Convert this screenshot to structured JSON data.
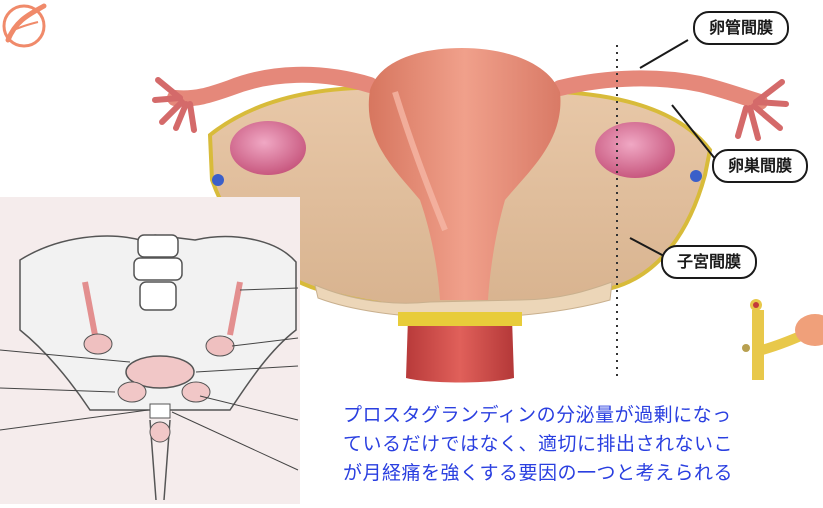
{
  "labels": {
    "mesosalpinx": "卵管間膜",
    "mesovarium": "卵巣間膜",
    "mesometrium": "子宮間膜"
  },
  "caption_lines": [
    "プロスタグランディンの分泌量が過剰になっ",
    "ているだけではなく、適切に排出されないこ",
    "が月経痛を強くする要因の一つと考えられる"
  ],
  "colors": {
    "caption_text": "#2a3fe0",
    "uterus_pink": "#e59080",
    "ovary_pink": "#d7709a",
    "logo_orange": "#f08a6a"
  }
}
